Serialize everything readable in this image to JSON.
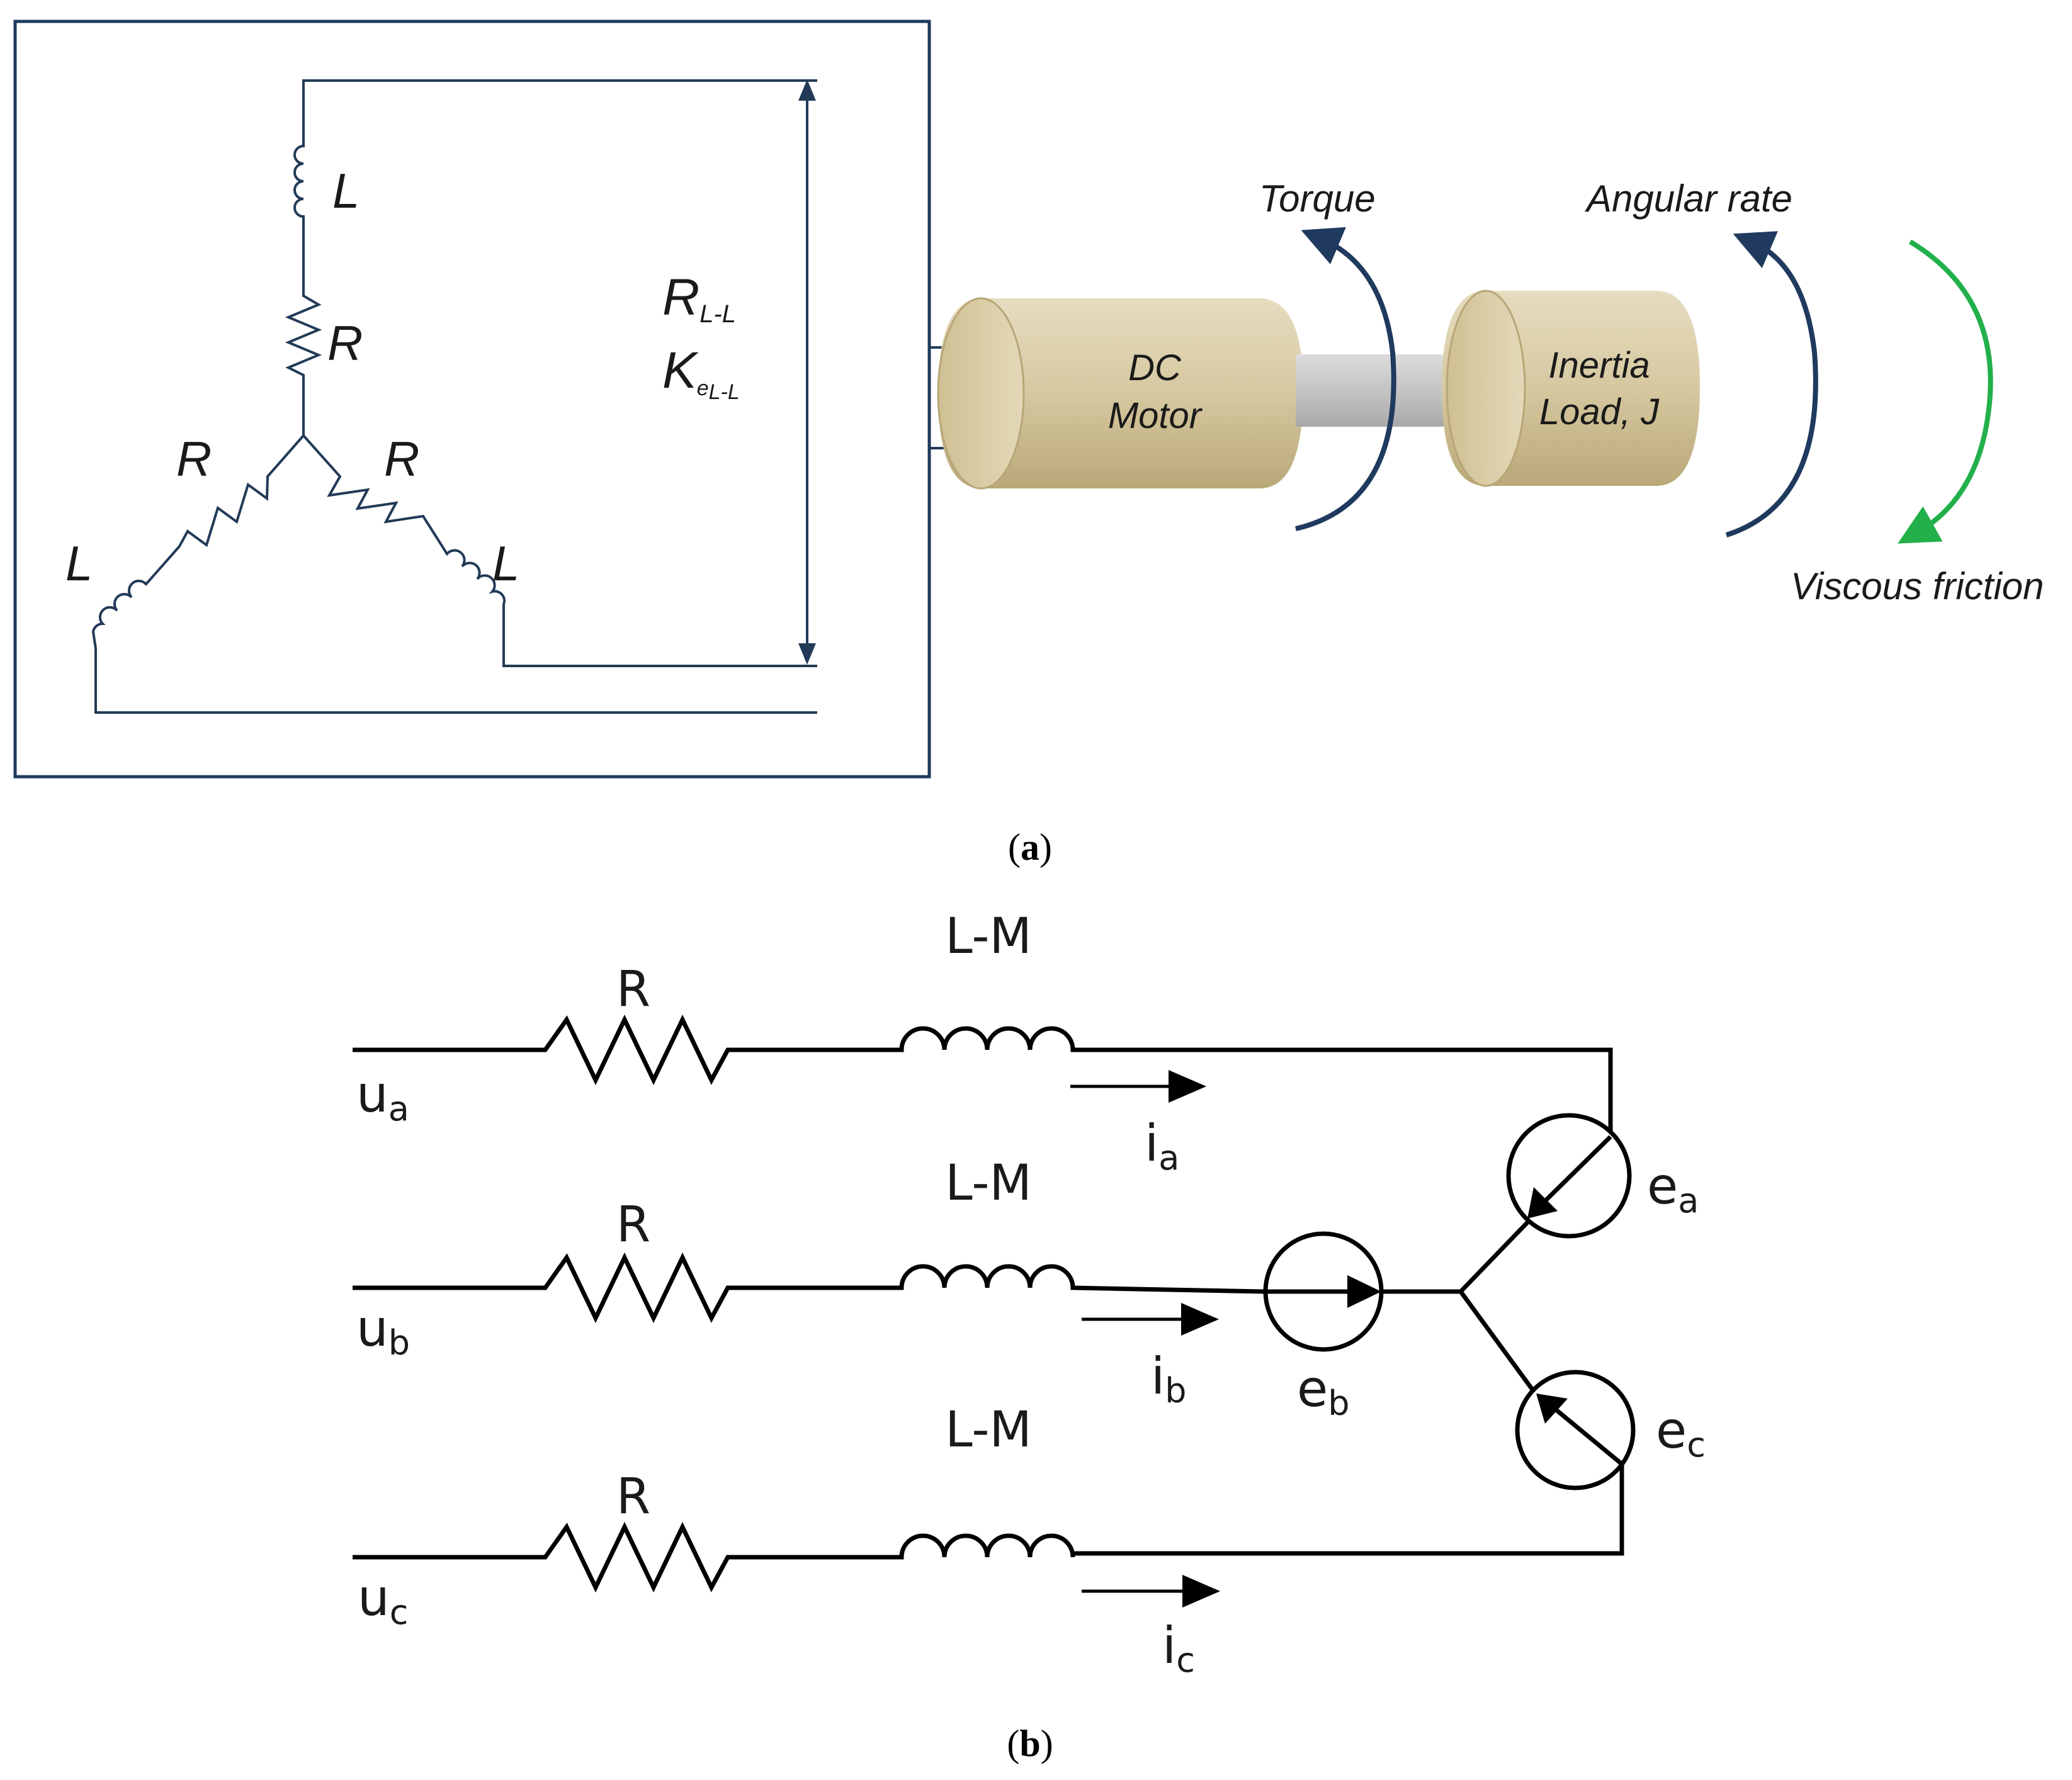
{
  "panel_a": {
    "inductor_label": "L",
    "resistor_label": "R",
    "rll_main": "R",
    "rll_sub": "L-L",
    "ke_main": "K",
    "ke_sub": "e",
    "ke_subsub": "L-L",
    "motor_line1": "DC",
    "motor_line2": "Motor",
    "load_line1": "Inertia",
    "load_line2": "Load, J",
    "torque": "Torque",
    "angular_rate": "Angular rate",
    "viscous_friction": "Viscous friction",
    "colors": {
      "frame": "#1f3a5e",
      "body": "#d9ccA8",
      "shaft": "#c8c8c8",
      "arrow_blue": "#1f3a5e",
      "arrow_green": "#22b04b"
    }
  },
  "panel_b": {
    "resistor_label": "R",
    "inductor_label": "L-M",
    "inputs": [
      {
        "main": "u",
        "sub": "a"
      },
      {
        "main": "u",
        "sub": "b"
      },
      {
        "main": "u",
        "sub": "c"
      }
    ],
    "currents": [
      {
        "main": "i",
        "sub": "a"
      },
      {
        "main": "i",
        "sub": "b"
      },
      {
        "main": "i",
        "sub": "c"
      }
    ],
    "emfs": [
      {
        "main": "e",
        "sub": "a"
      },
      {
        "main": "e",
        "sub": "b"
      },
      {
        "main": "e",
        "sub": "c"
      }
    ]
  },
  "captions": {
    "a_open": "(",
    "a_letter": "a",
    "a_close": ")",
    "b_open": "(",
    "b_letter": "b",
    "b_close": ")"
  }
}
